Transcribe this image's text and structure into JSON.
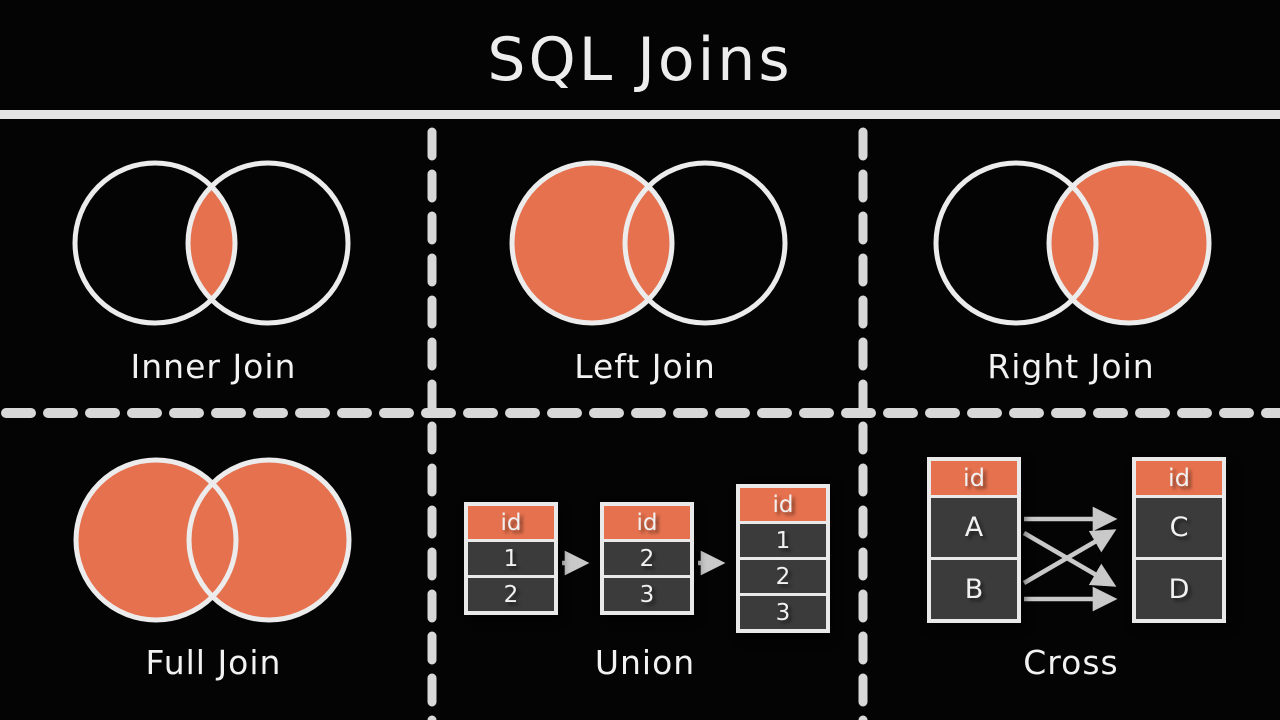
{
  "title": "SQL Joins",
  "colors": {
    "background": "#040404",
    "accent_orange": "#E5714E",
    "circle_outline": "#ECECEC",
    "divider_dash": "#D8D8D8",
    "title_separator": "#E4E4E4",
    "table_frame": "#E9E9E9",
    "cell_dark": "#3B3B3B",
    "cell_text": "#F1F1F1",
    "arrow": "#C9C9C9"
  },
  "panels": {
    "inner_join": {
      "label": "Inner Join",
      "shaded_region": "intersection"
    },
    "left_join": {
      "label": "Left Join",
      "shaded_region": "left-circle"
    },
    "right_join": {
      "label": "Right Join",
      "shaded_region": "right-circle"
    },
    "full_join": {
      "label": "Full Join",
      "shaded_region": "both-circles"
    },
    "union": {
      "label": "Union",
      "arrow_glyph": "→",
      "tables": [
        {
          "header": "id",
          "rows": [
            "1",
            "2"
          ]
        },
        {
          "header": "id",
          "rows": [
            "2",
            "3"
          ]
        },
        {
          "header": "id",
          "rows": [
            "1",
            "2",
            "3"
          ]
        }
      ]
    },
    "cross": {
      "label": "Cross",
      "tables": [
        {
          "header": "id",
          "rows": [
            "A",
            "B"
          ]
        },
        {
          "header": "id",
          "rows": [
            "C",
            "D"
          ]
        }
      ],
      "mappings": [
        "A→C",
        "A→D",
        "B→C",
        "B→D"
      ]
    }
  }
}
